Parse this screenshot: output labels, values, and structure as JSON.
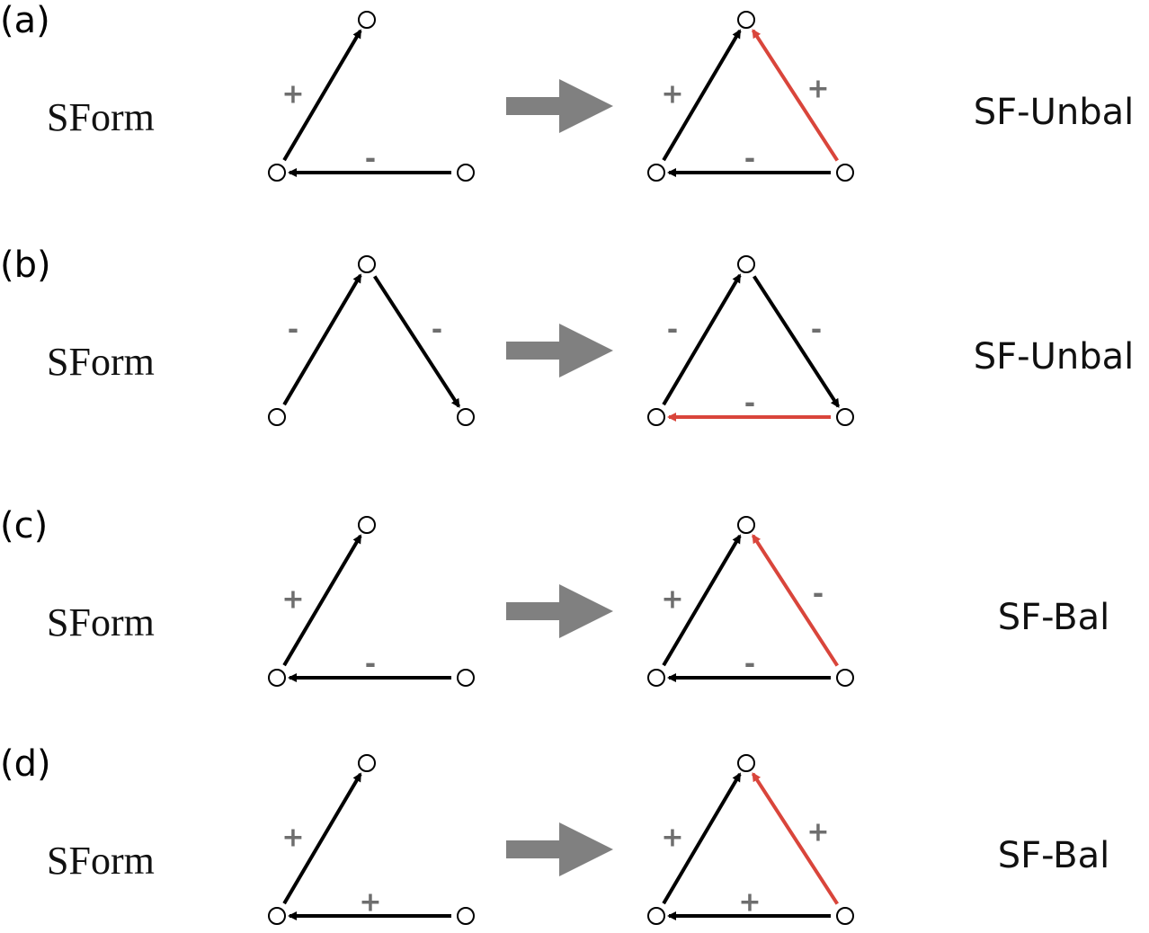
{
  "colors": {
    "existing_edge": "#000000",
    "new_edge": "#d9453b",
    "transition_arrow": "#808080",
    "sign": "#6e6e6e"
  },
  "panels": [
    {
      "tag": "(a)",
      "left_label": "SForm",
      "right_label": "SF-Unbal",
      "before": [
        {
          "edge": "bottom-left-to-top",
          "sign": "+"
        },
        {
          "edge": "bottom-right-to-bottom-left",
          "sign": "-"
        }
      ],
      "after": [
        {
          "edge": "bottom-left-to-top",
          "sign": "+",
          "new": false
        },
        {
          "edge": "bottom-right-to-bottom-left",
          "sign": "-",
          "new": false
        },
        {
          "edge": "bottom-right-to-top",
          "sign": "+",
          "new": true
        }
      ]
    },
    {
      "tag": "(b)",
      "left_label": "SForm",
      "right_label": "SF-Unbal",
      "before": [
        {
          "edge": "bottom-left-to-top",
          "sign": "-"
        },
        {
          "edge": "top-to-bottom-right",
          "sign": "-"
        }
      ],
      "after": [
        {
          "edge": "bottom-left-to-top",
          "sign": "-",
          "new": false
        },
        {
          "edge": "top-to-bottom-right",
          "sign": "-",
          "new": false
        },
        {
          "edge": "bottom-right-to-bottom-left",
          "sign": "-",
          "new": true
        }
      ]
    },
    {
      "tag": "(c)",
      "left_label": "SForm",
      "right_label": "SF-Bal",
      "before": [
        {
          "edge": "bottom-left-to-top",
          "sign": "+"
        },
        {
          "edge": "bottom-right-to-bottom-left",
          "sign": "-"
        }
      ],
      "after": [
        {
          "edge": "bottom-left-to-top",
          "sign": "+",
          "new": false
        },
        {
          "edge": "bottom-right-to-bottom-left",
          "sign": "-",
          "new": false
        },
        {
          "edge": "bottom-right-to-top",
          "sign": "-",
          "new": true
        }
      ]
    },
    {
      "tag": "(d)",
      "left_label": "SForm",
      "right_label": "SF-Bal",
      "before": [
        {
          "edge": "bottom-left-to-top",
          "sign": "+"
        },
        {
          "edge": "bottom-right-to-bottom-left",
          "sign": "+"
        }
      ],
      "after": [
        {
          "edge": "bottom-left-to-top",
          "sign": "+",
          "new": false
        },
        {
          "edge": "bottom-right-to-bottom-left",
          "sign": "+",
          "new": false
        },
        {
          "edge": "bottom-right-to-top",
          "sign": "+",
          "new": true
        }
      ]
    }
  ]
}
